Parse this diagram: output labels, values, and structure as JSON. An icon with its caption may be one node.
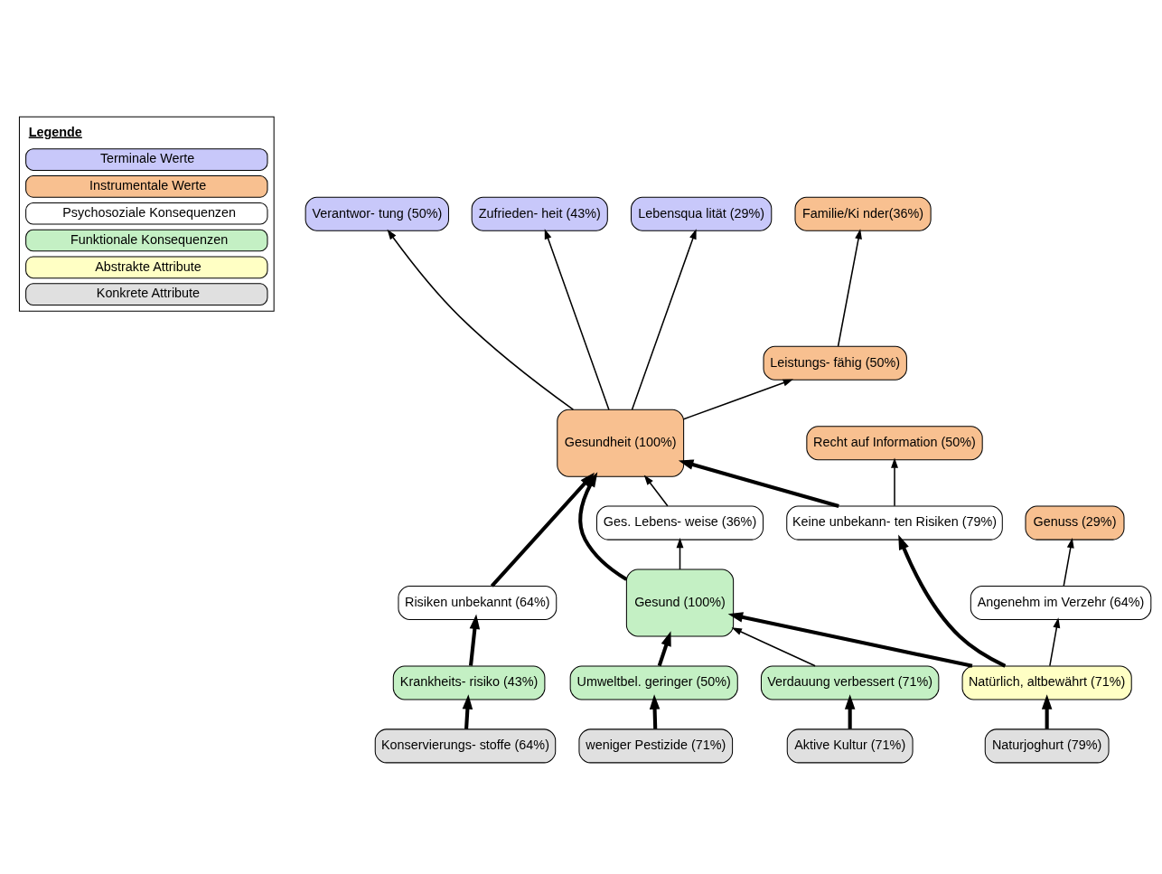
{
  "diagram": {
    "nodes": [
      {
        "text": [
          "Verantwor- tung (50%)"
        ]
      },
      {
        "text": [
          "Zufrieden- heit (43%)"
        ]
      },
      {
        "text": [
          "Lebensqua lität (29%)"
        ]
      },
      {
        "text": [
          "Familie/Ki nder(36%)"
        ]
      },
      {
        "text": [
          "Leistungs- fähig (50%)"
        ]
      },
      {
        "text": [
          "Gesundheit (100%)"
        ]
      },
      {
        "text": [
          "Recht auf Information (50%)"
        ]
      },
      {
        "text": [
          "Genuss (29%)"
        ]
      },
      {
        "text": [
          "Risiken unbekannt (64%)"
        ]
      },
      {
        "text": [
          "Ges. Lebens- weise (36%)"
        ]
      },
      {
        "text": [
          "Keine unbekann- ten Risiken (79%)"
        ]
      },
      {
        "text": [
          "Gesund (100%)"
        ]
      },
      {
        "text": [
          "Angenehm im Verzehr (64%)"
        ]
      },
      {
        "text": [
          "Krankheits- risiko (43%)"
        ]
      },
      {
        "text": [
          "Umweltbel. geringer (50%)"
        ]
      },
      {
        "text": [
          "Verdauung verbessert (71%)"
        ]
      },
      {
        "text": [
          "Natürlich, altbewährt (71%)"
        ]
      },
      {
        "text": [
          "Konservierungs- stoffe (64%)"
        ]
      },
      {
        "text": [
          "weniger Pestizide (71%)"
        ]
      },
      {
        "text": [
          "Aktive Kultur (71%)"
        ]
      },
      {
        "text": [
          "Naturjoghurt (79%)"
        ]
      }
    ],
    "edges": [
      {
        "from": 5,
        "to": 0,
        "arrow": "to"
      },
      {
        "from": 5,
        "to": 1,
        "arrow": "to"
      },
      {
        "from": 5,
        "to": 2,
        "arrow": "to"
      },
      {
        "from": 5,
        "to": 4,
        "arrow": "to"
      },
      {
        "from": 4,
        "to": 3,
        "arrow": "to"
      },
      {
        "from": 10,
        "to": 6,
        "arrow": "to"
      },
      {
        "from": 10,
        "to": 5,
        "arrow": "to",
        "style": "thick"
      },
      {
        "from": 9,
        "to": 5,
        "arrow": "to"
      },
      {
        "from": 8,
        "to": 5,
        "arrow": "to",
        "style": "thick"
      },
      {
        "from": 11,
        "to": 5,
        "arrow": "to",
        "style": "thick"
      },
      {
        "from": 11,
        "to": 9,
        "arrow": "to"
      },
      {
        "from": 12,
        "to": 7,
        "arrow": "to"
      },
      {
        "from": 13,
        "to": 8,
        "arrow": "to",
        "style": "thick"
      },
      {
        "from": 14,
        "to": 11,
        "arrow": "to",
        "style": "thick"
      },
      {
        "from": 15,
        "to": 11,
        "arrow": "to"
      },
      {
        "from": 16,
        "to": 11,
        "arrow": "to",
        "style": "thick"
      },
      {
        "from": 16,
        "to": 10,
        "arrow": "to",
        "style": "thick"
      },
      {
        "from": 16,
        "to": 12,
        "arrow": "to"
      },
      {
        "from": 17,
        "to": 13,
        "arrow": "to",
        "style": "thick"
      },
      {
        "from": 18,
        "to": 14,
        "arrow": "to",
        "style": "thick"
      },
      {
        "from": 19,
        "to": 15,
        "arrow": "to",
        "style": "thick"
      },
      {
        "from": 20,
        "to": 16,
        "arrow": "to",
        "style": "thick"
      }
    ],
    "labels": [
      "Legende"
    ],
    "legend": [
      {
        "text": "Terminale Werte",
        "color": "#c8c8fa"
      },
      {
        "text": "Instrumentale Werte",
        "color": "#f8c090"
      },
      {
        "text": "Psychosoziale Konsequenzen",
        "color": "#ffffff"
      },
      {
        "text": "Funktionale Konsequenzen",
        "color": "#c4f0c4"
      },
      {
        "text": "Abstrakte Attribute",
        "color": "#ffffc4"
      },
      {
        "text": "Konkrete Attribute",
        "color": "#e0e0e0"
      }
    ]
  }
}
